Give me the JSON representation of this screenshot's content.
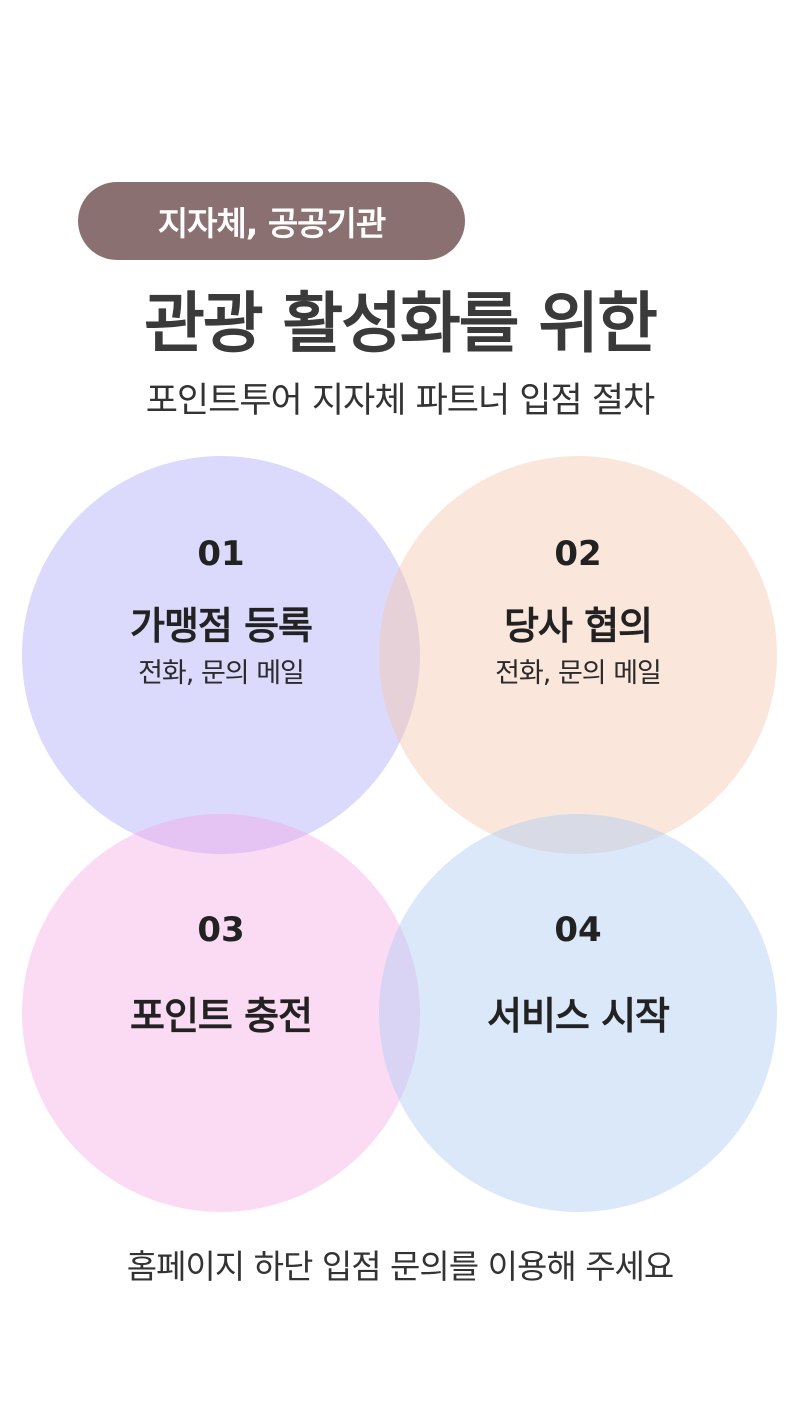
{
  "header": {
    "badge": "지자체, 공공기관",
    "title": "관광 활성화를 위한",
    "subtitle": "포인트투어 지자체 파트너 입점 절차"
  },
  "steps": [
    {
      "number": "01",
      "label": "가맹점 등록",
      "desc": "전화, 문의 메일",
      "color": "#cfcaf9"
    },
    {
      "number": "02",
      "label": "당사 협의",
      "desc": "전화, 문의 메일",
      "color": "#f9e3d8"
    },
    {
      "number": "03",
      "label": "포인트 충전",
      "desc": "",
      "color": "#f8d6f0"
    },
    {
      "number": "04",
      "label": "서비스 시작",
      "desc": "",
      "color": "#dce8f9"
    }
  ],
  "footer": {
    "text": "홈페이지 하단 입점 문의를 이용해 주세요"
  },
  "colors": {
    "badge_bg": "#8a7070"
  }
}
